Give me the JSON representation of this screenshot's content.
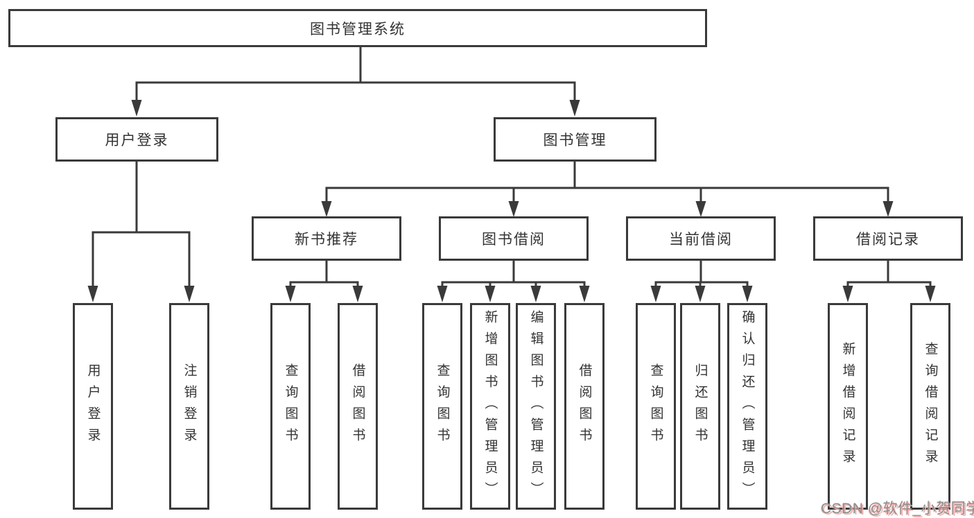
{
  "colors": {
    "line": "#3a3a3a",
    "node_text": "#333333",
    "watermark_gray": "#8e8e8e",
    "watermark_pink": "#f0aeac",
    "background": "#ffffff"
  },
  "tree": {
    "root": {
      "label": "图书管理系统"
    },
    "branches": [
      {
        "label": "用户登录",
        "children": [
          {
            "label": "用户登录"
          },
          {
            "label": "注销登录"
          }
        ]
      },
      {
        "label": "图书管理",
        "children": [
          {
            "label": "新书推荐",
            "children": [
              {
                "label": "查询图书"
              },
              {
                "label": "借阅图书"
              }
            ]
          },
          {
            "label": "图书借阅",
            "children": [
              {
                "label": "查询图书"
              },
              {
                "label": "新增图书（管理员）"
              },
              {
                "label": "编辑图书（管理员）"
              },
              {
                "label": "借阅图书"
              }
            ]
          },
          {
            "label": "当前借阅",
            "children": [
              {
                "label": "查询图书"
              },
              {
                "label": "归还图书"
              },
              {
                "label": "确认归还（管理员）"
              }
            ]
          },
          {
            "label": "借阅记录",
            "children": [
              {
                "label": "新增借阅记录"
              },
              {
                "label": "查询借阅记录"
              }
            ]
          }
        ]
      }
    ]
  },
  "watermark": {
    "text": "CSDN @软件_小贺同学"
  }
}
